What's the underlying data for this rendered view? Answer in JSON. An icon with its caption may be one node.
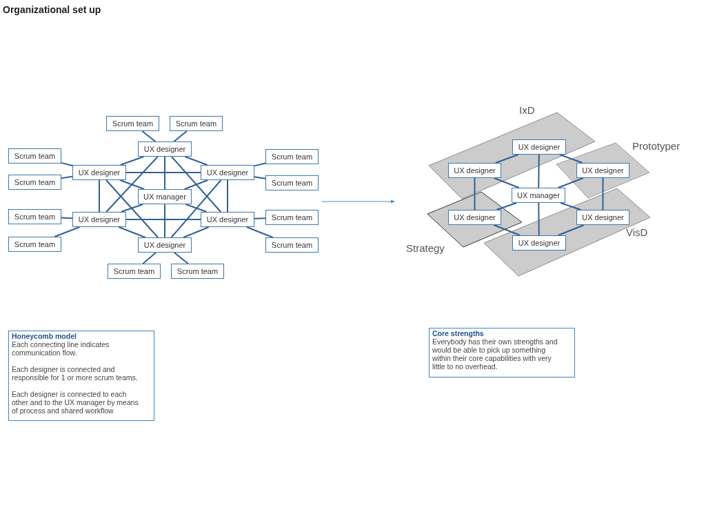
{
  "diagram": {
    "title": "Organizational set up",
    "nodes": [
      {
        "text": [
          "Scrum team"
        ]
      },
      {
        "text": [
          "Scrum team"
        ]
      },
      {
        "text": [
          "UX designer"
        ]
      },
      {
        "text": [
          "Scrum team"
        ]
      },
      {
        "text": [
          "Scrum team"
        ]
      },
      {
        "text": [
          "UX designer"
        ]
      },
      {
        "text": [
          "UX designer"
        ]
      },
      {
        "text": [
          "Scrum team"
        ]
      },
      {
        "text": [
          "Scrum team"
        ]
      },
      {
        "text": [
          "UX manager"
        ]
      },
      {
        "text": [
          "Scrum team"
        ]
      },
      {
        "text": [
          "Scrum team"
        ]
      },
      {
        "text": [
          "UX designer"
        ]
      },
      {
        "text": [
          "UX designer"
        ]
      },
      {
        "text": [
          "Scrum team"
        ]
      },
      {
        "text": [
          "Scrum team"
        ]
      },
      {
        "text": [
          "UX designer"
        ]
      },
      {
        "text": [
          "Scrum team"
        ]
      },
      {
        "text": [
          "Scrum team"
        ]
      },
      {
        "text": [
          "UX designer"
        ]
      },
      {
        "text": [
          "UX designer"
        ]
      },
      {
        "text": [
          "UX designer"
        ]
      },
      {
        "text": [
          "UX manager"
        ]
      },
      {
        "text": [
          "UX designer"
        ]
      },
      {
        "text": [
          "UX designer"
        ]
      },
      {
        "text": [
          "UX designer"
        ]
      },
      {
        "text": [
          "Honeycomb model",
          "Each connecting line indicates communication flow.",
          "Each designer is connected and responsible for 1 or more scrum teams.",
          "Each designer is connected to each other and to the UX manager by means of process and shared workflow"
        ]
      },
      {
        "text": [
          "Core strengths",
          "Everybody has their own strengths and would be able to pick up something within their core capabilities with very little to no overhead."
        ]
      }
    ],
    "edges": [
      {
        "from": 0,
        "to": 2,
        "arrow": "none"
      },
      {
        "from": 1,
        "to": 2,
        "arrow": "none"
      },
      {
        "from": 3,
        "to": 5,
        "arrow": "none"
      },
      {
        "from": 7,
        "to": 5,
        "arrow": "none"
      },
      {
        "from": 10,
        "to": 12,
        "arrow": "none"
      },
      {
        "from": 14,
        "to": 12,
        "arrow": "none"
      },
      {
        "from": 4,
        "to": 6,
        "arrow": "none"
      },
      {
        "from": 8,
        "to": 6,
        "arrow": "none"
      },
      {
        "from": 11,
        "to": 13,
        "arrow": "none"
      },
      {
        "from": 15,
        "to": 13,
        "arrow": "none"
      },
      {
        "from": 17,
        "to": 16,
        "arrow": "none"
      },
      {
        "from": 18,
        "to": 16,
        "arrow": "none"
      },
      {
        "from": 2,
        "to": 5,
        "arrow": "none"
      },
      {
        "from": 2,
        "to": 6,
        "arrow": "none"
      },
      {
        "from": 5,
        "to": 12,
        "arrow": "none"
      },
      {
        "from": 6,
        "to": 13,
        "arrow": "none"
      },
      {
        "from": 12,
        "to": 16,
        "arrow": "none"
      },
      {
        "from": 13,
        "to": 16,
        "arrow": "none"
      },
      {
        "from": 5,
        "to": 6,
        "arrow": "none"
      },
      {
        "from": 12,
        "to": 13,
        "arrow": "none"
      },
      {
        "from": 2,
        "to": 12,
        "arrow": "none"
      },
      {
        "from": 2,
        "to": 13,
        "arrow": "none"
      },
      {
        "from": 5,
        "to": 16,
        "arrow": "none"
      },
      {
        "from": 6,
        "to": 16,
        "arrow": "none"
      },
      {
        "from": 9,
        "to": 2,
        "arrow": "none"
      },
      {
        "from": 9,
        "to": 5,
        "arrow": "none"
      },
      {
        "from": 9,
        "to": 6,
        "arrow": "none"
      },
      {
        "from": 9,
        "to": 12,
        "arrow": "none"
      },
      {
        "from": 9,
        "to": 13,
        "arrow": "none"
      },
      {
        "from": 9,
        "to": 16,
        "arrow": "none"
      },
      {
        "from": 19,
        "to": 20,
        "arrow": "none"
      },
      {
        "from": 19,
        "to": 21,
        "arrow": "none"
      },
      {
        "from": 19,
        "to": 22,
        "arrow": "none"
      },
      {
        "from": 20,
        "to": 22,
        "arrow": "none"
      },
      {
        "from": 21,
        "to": 22,
        "arrow": "none"
      },
      {
        "from": 20,
        "to": 23,
        "arrow": "none"
      },
      {
        "from": 21,
        "to": 24,
        "arrow": "none"
      },
      {
        "from": 22,
        "to": 23,
        "arrow": "none"
      },
      {
        "from": 22,
        "to": 24,
        "arrow": "none"
      },
      {
        "from": 22,
        "to": 25,
        "arrow": "none"
      },
      {
        "from": 23,
        "to": 25,
        "arrow": "none"
      },
      {
        "from": 24,
        "to": 25,
        "arrow": "none"
      }
    ],
    "labels": [
      "IxD",
      "Prototyper",
      "Strategy",
      "VisD"
    ]
  }
}
